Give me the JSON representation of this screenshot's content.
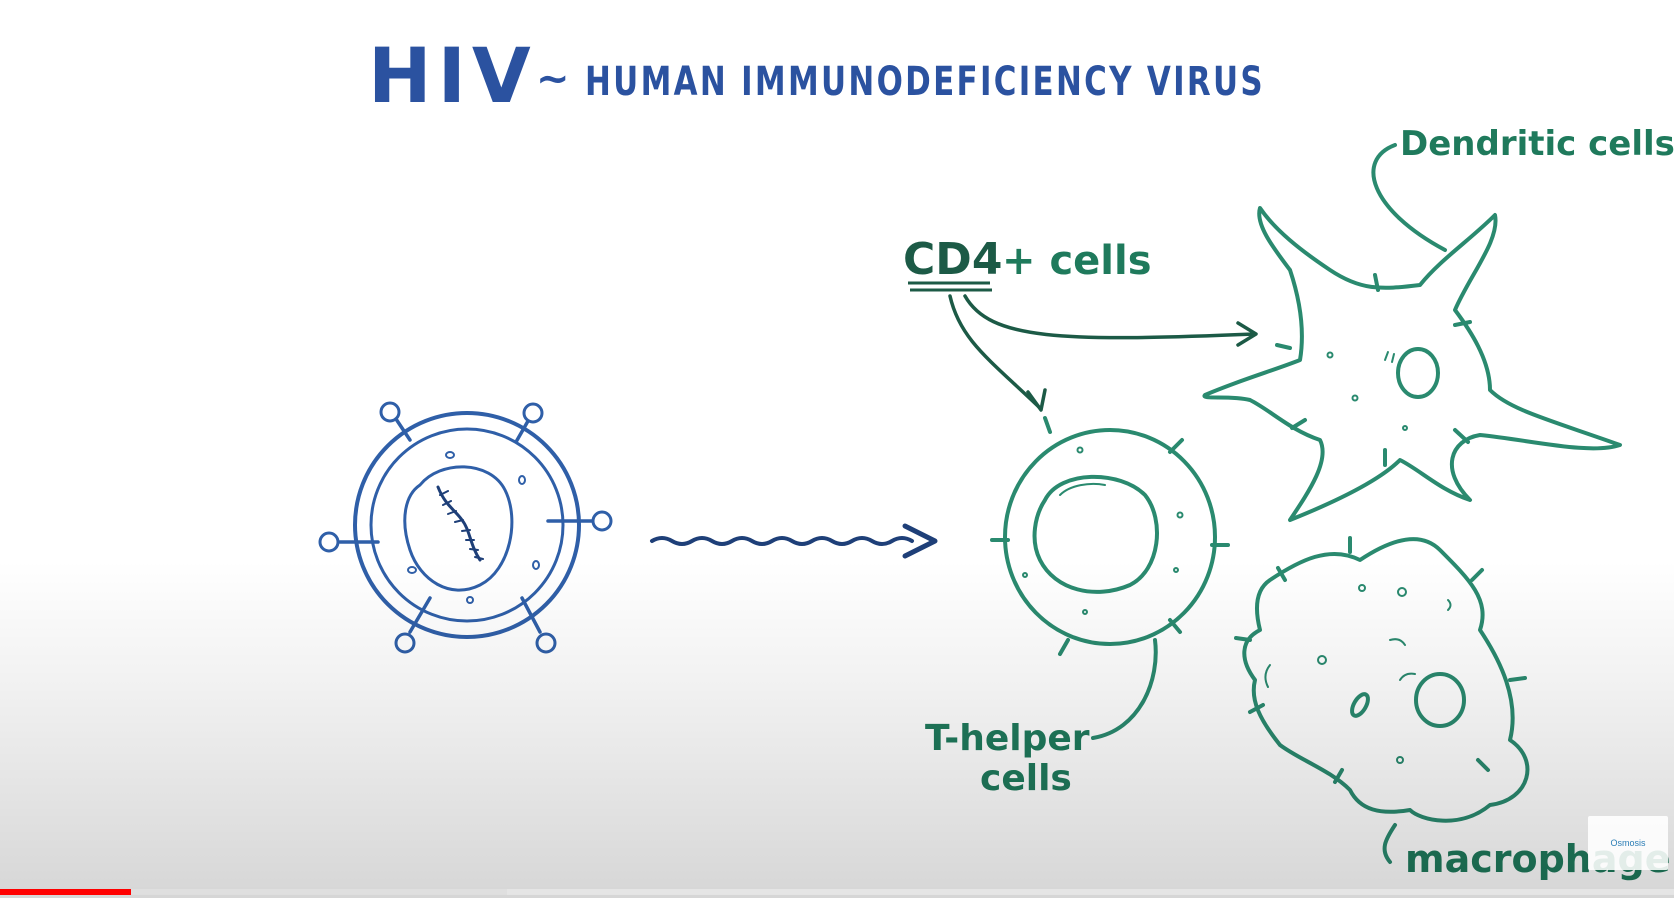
{
  "title": {
    "main": "HIV",
    "tilde": "~",
    "full_name": "HUMAN IMMUNODEFICIENCY VIRUS"
  },
  "labels": {
    "cd4": "CD4",
    "plus_cells": "+ cells",
    "dendritic": "Dendritic cells",
    "thelper_line1": "T-helper",
    "thelper_line2": "cells",
    "macrophage": "macrophage"
  },
  "watermark": "Osmosis",
  "player": {
    "progress_played": 0.078,
    "progress_buffered": 0.303
  },
  "colors": {
    "virus_blue": "#2f5fa8",
    "title_blue": "#2b52a0",
    "cell_green": "#2a8a6f",
    "label_green": "#1f7a5c",
    "dark_green": "#1c5a46",
    "progress_red": "#ff0000"
  }
}
